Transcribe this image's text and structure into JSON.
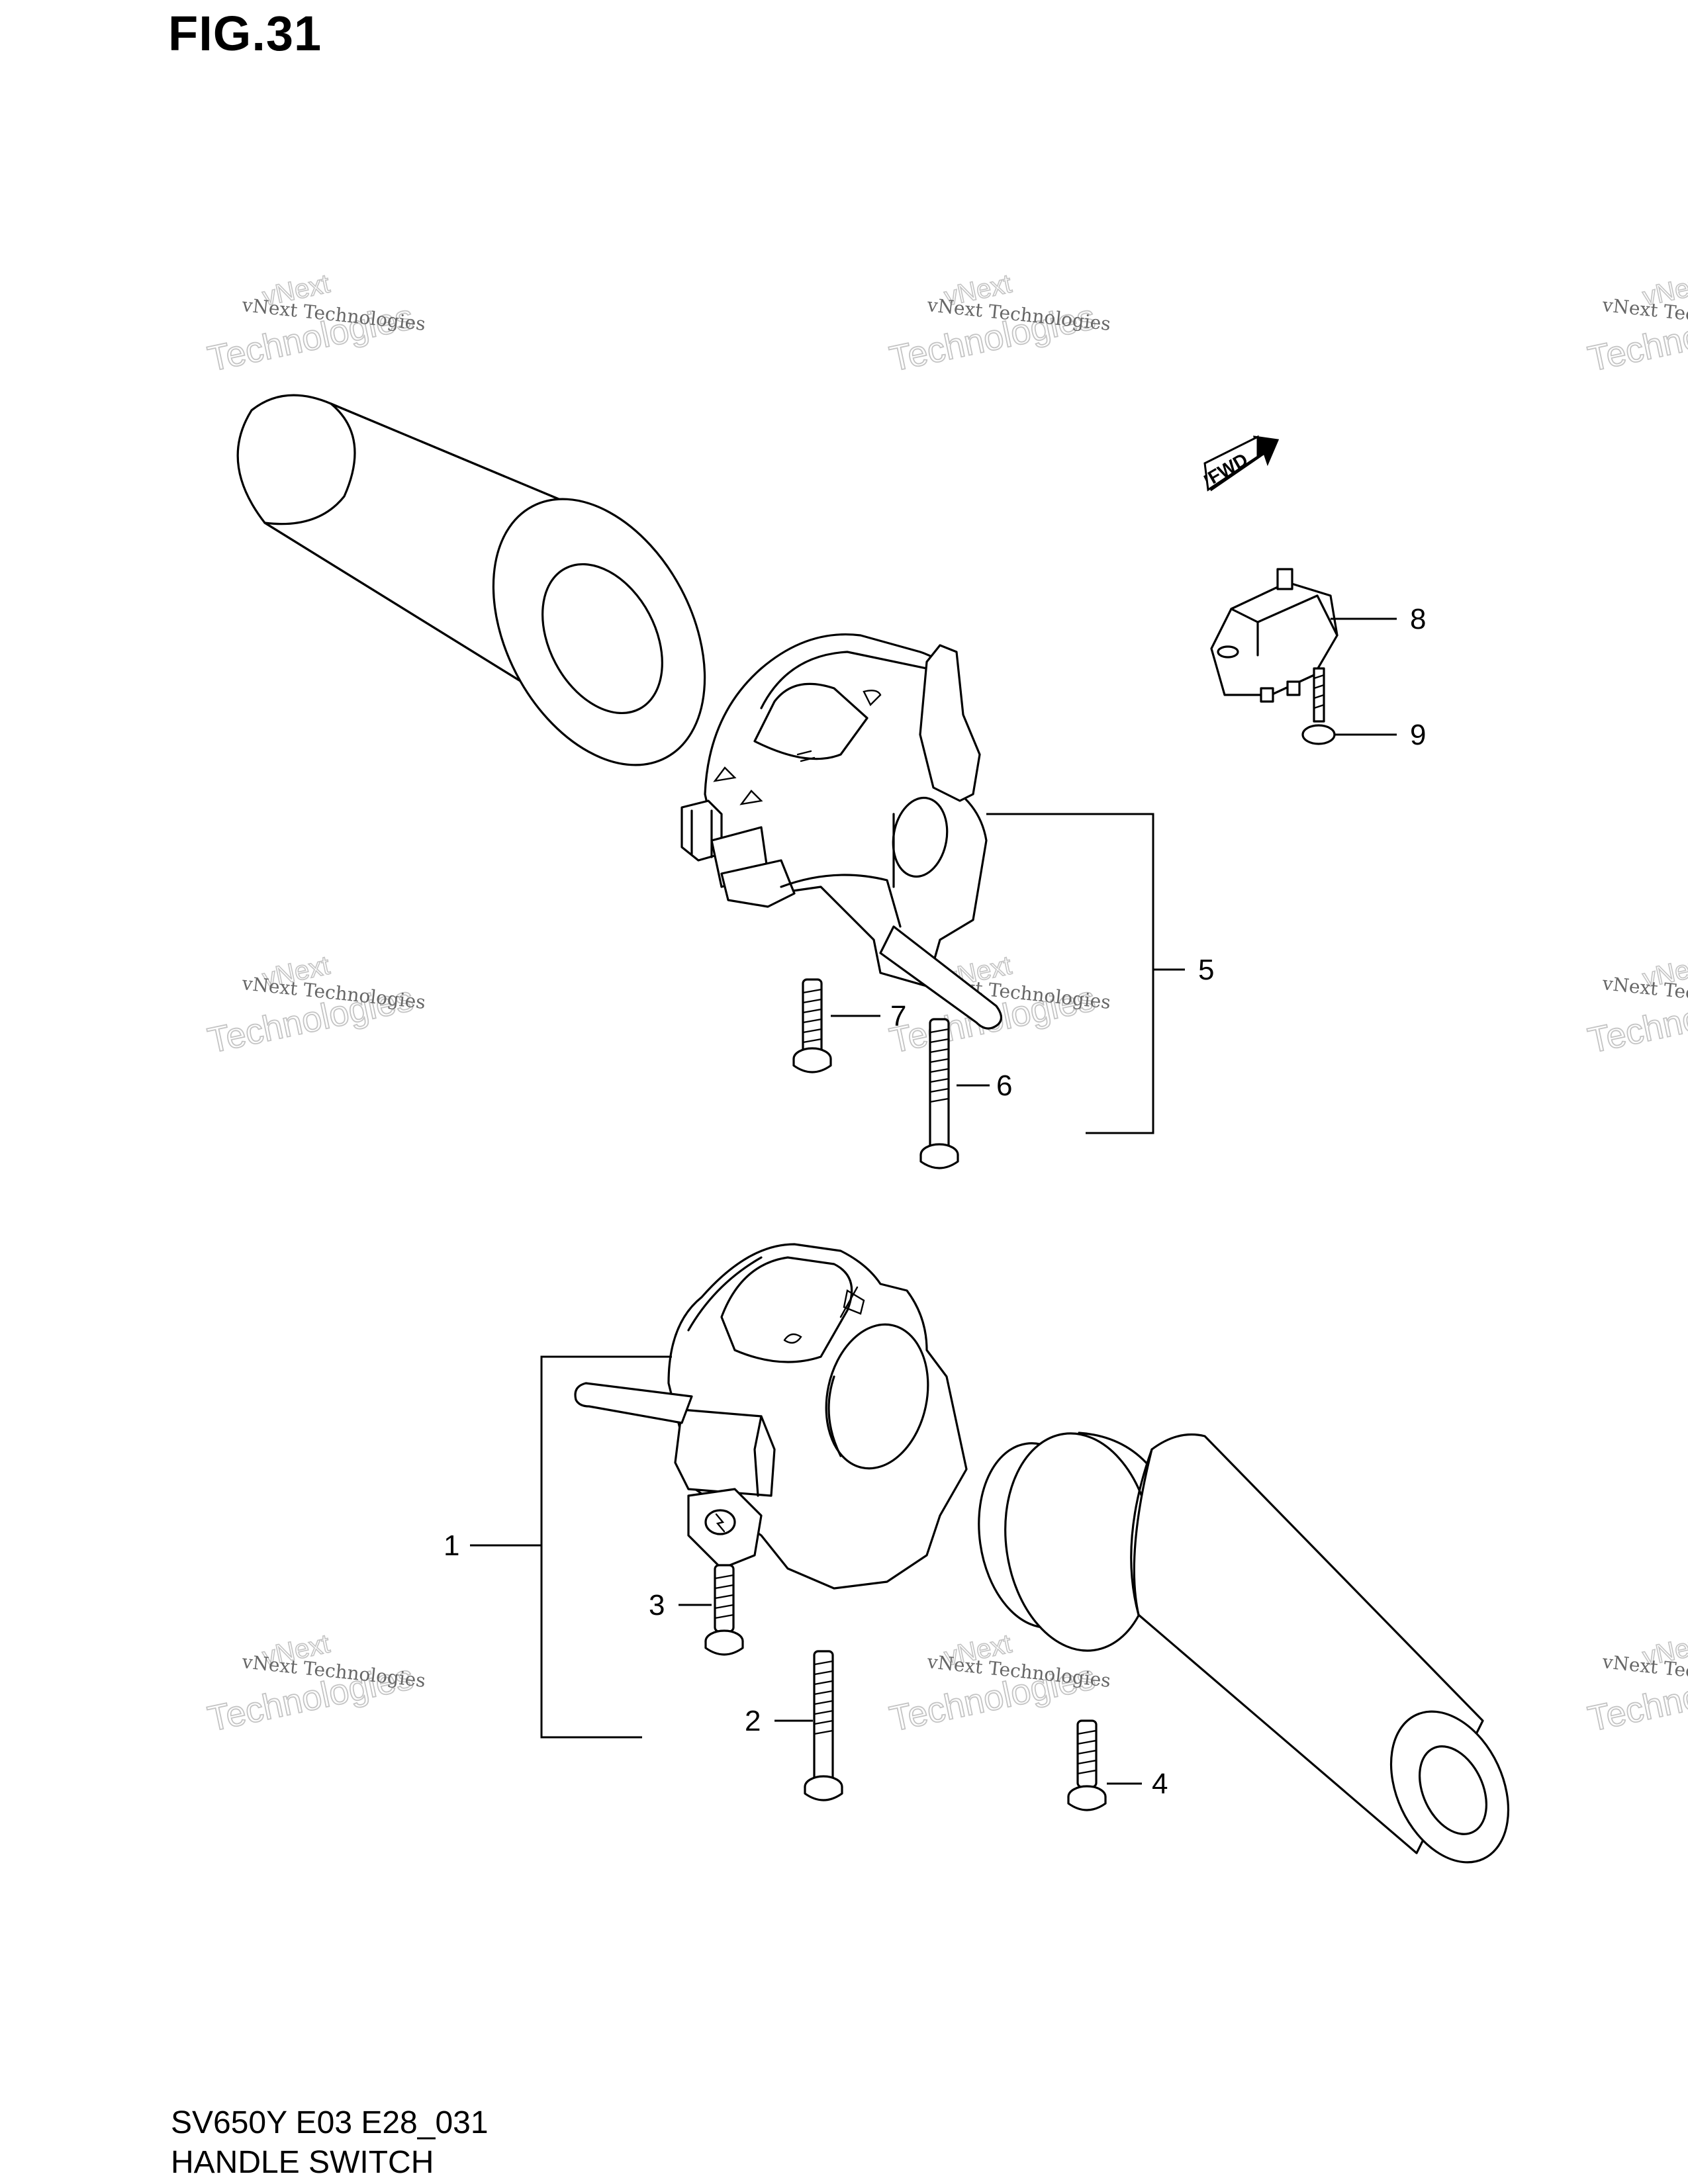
{
  "figure": {
    "title": "FIG.31"
  },
  "caption": {
    "model_code": "SV650Y E03 E28_031",
    "name": "HANDLE SWITCH"
  },
  "fwd_label": "FWD",
  "callouts": [
    "1",
    "2",
    "3",
    "4",
    "5",
    "6",
    "7",
    "8",
    "9"
  ],
  "watermark": {
    "line1": "vNext Technologies",
    "line2": "Technologies",
    "line3": "vNext"
  }
}
